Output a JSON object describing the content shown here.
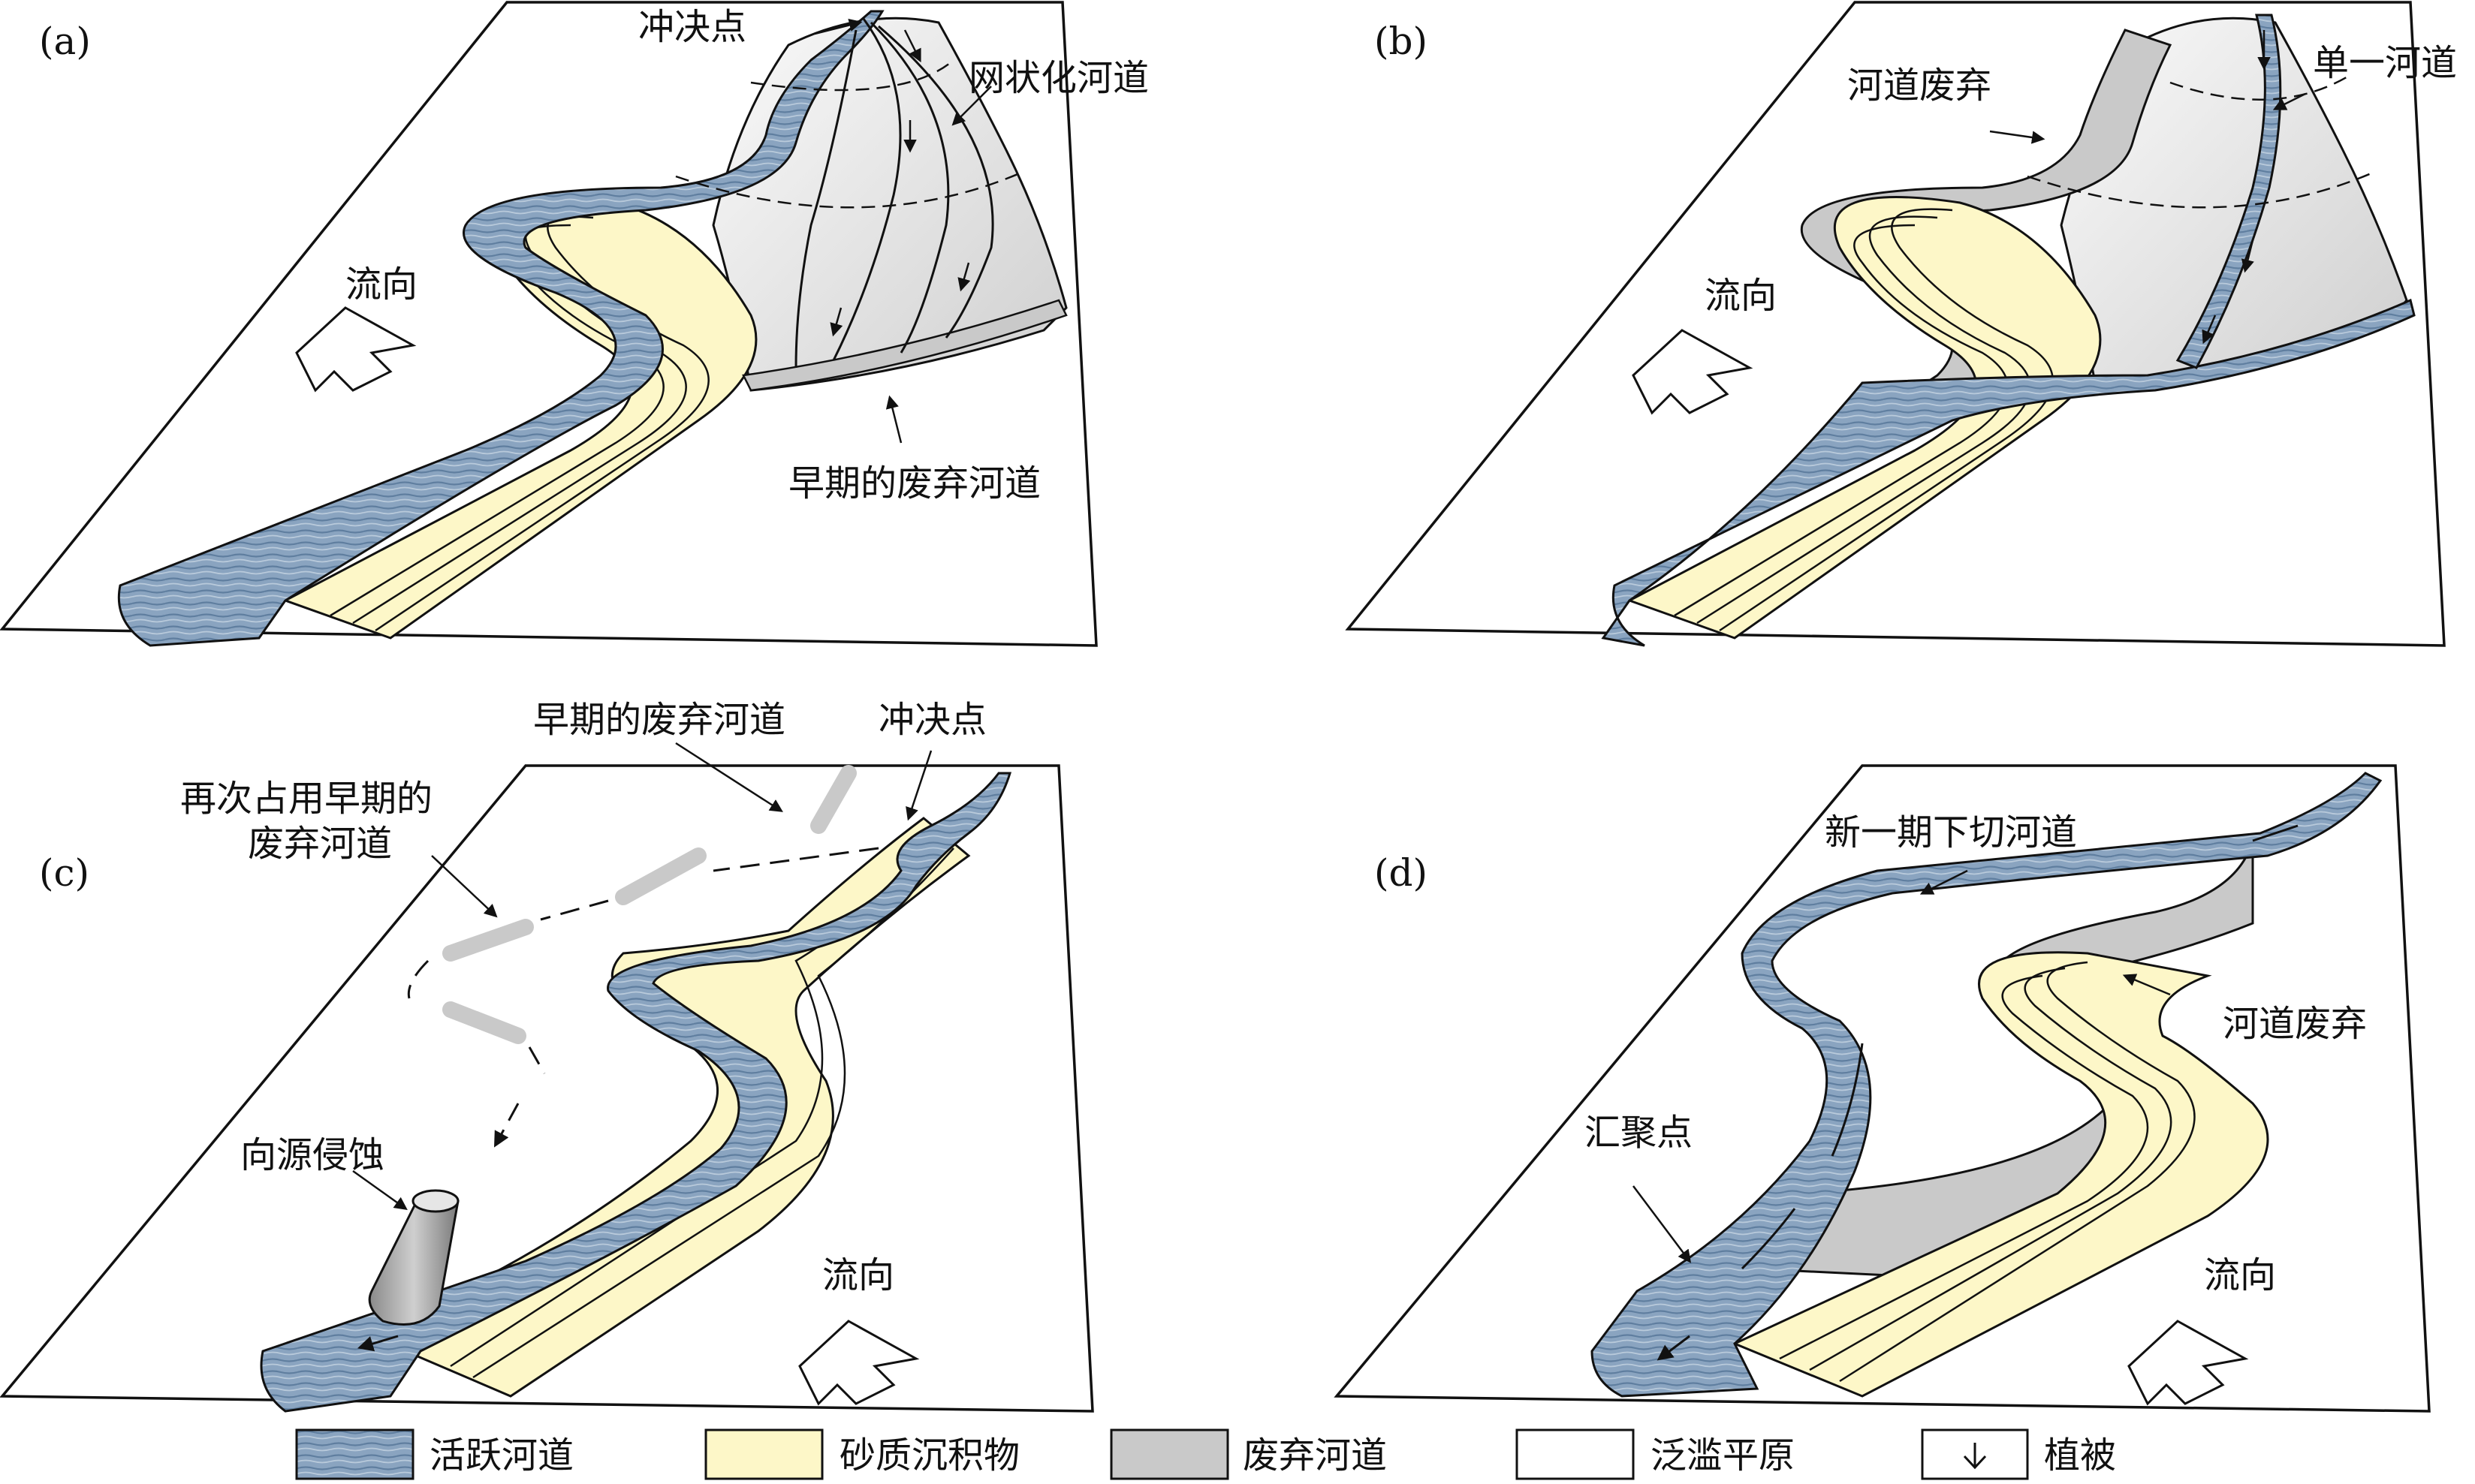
{
  "panels": {
    "a": {
      "tag": "(a)",
      "crevasse_point": "冲决点",
      "anastomosing_channels": "网状化河道",
      "flow_direction": "流向",
      "early_abandoned_channel": "早期的废弃河道"
    },
    "b": {
      "tag": "(b)",
      "channel_abandonment": "河道废弃",
      "single_channel": "单一河道",
      "flow_direction": "流向"
    },
    "c": {
      "tag": "(c)",
      "early_abandoned_channel": "早期的废弃河道",
      "crevasse_point": "冲决点",
      "reoccupy_line1": "再次占用早期的",
      "reoccupy_line2": "废弃河道",
      "headward_erosion": "向源侵蚀",
      "flow_direction": "流向"
    },
    "d": {
      "tag": "(d)",
      "new_incised_channel": "新一期下切河道",
      "channel_abandonment": "河道废弃",
      "confluence_point": "汇聚点",
      "flow_direction": "流向"
    }
  },
  "legend": {
    "active_channel": "活跃河道",
    "sandy_deposit": "砂质沉积物",
    "abandoned_channel": "废弃河道",
    "floodplain": "泛滥平原",
    "vegetation": "植被"
  },
  "colors": {
    "channel": "#8aa4c0",
    "channel_dark": "#5f7e9f",
    "sand": "#fdf7c8",
    "abandoned": "#c9c9c9",
    "floodplain": "#ffffff",
    "outline": "#111111"
  }
}
